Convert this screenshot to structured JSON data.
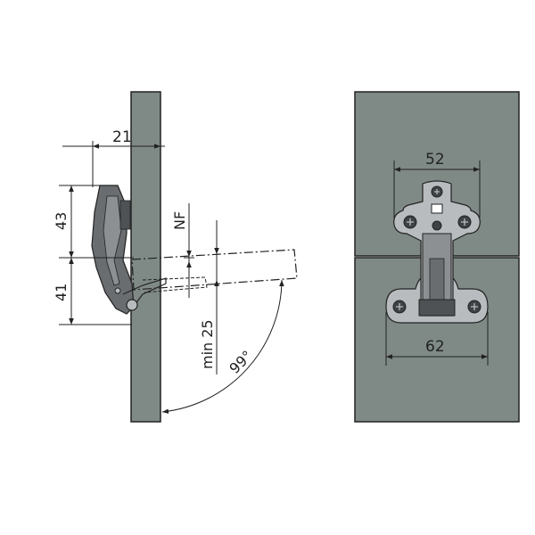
{
  "colors": {
    "panel": "#7f8a86",
    "outline": "#222222",
    "hinge": "#6a6d70",
    "hinge_dark": "#3f4244",
    "hinge_light": "#b8bcbf",
    "background": "#ffffff"
  },
  "side_view": {
    "dim_depth": "21",
    "dim_upper": "43",
    "dim_lower": "41",
    "dim_nf": "NF",
    "dim_min": "min 25",
    "angle": "99°"
  },
  "front_view": {
    "dim_top_holes": "52",
    "dim_plate_holes": "62"
  }
}
